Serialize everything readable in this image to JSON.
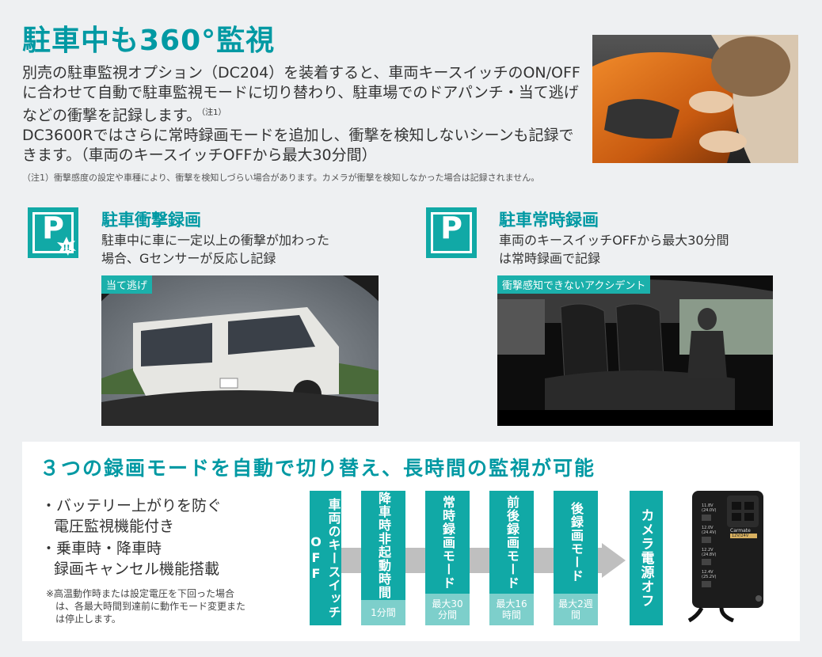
{
  "title": "駐車中も360°監視",
  "intro": {
    "line1": "別売の駐車監視オプション（DC204）を装着すると、車両キースイッチのON/OFFに合わせて自動で駐車監視モードに切り替わり、駐車場でのドアパンチ・当て逃げなどの衝撃を記録します。",
    "line1_note": "（注1）",
    "line2": "DC3600Rではさらに常時録画モードを追加し、衝撃を検知しないシーンも記録できます。（車両のキースイッチOFFから最大30分間）"
  },
  "footnote": "（注1）衝撃感度の設定や車種により、衝撃を検知しづらい場合があります。カメラが衝撃を検知しなかった場合は記録されません。",
  "modes": [
    {
      "icon_letter": "P",
      "title": "駐車衝撃録画",
      "desc1": "駐車中に車に一定以上の衝撃が加わった",
      "desc2": "場合、Gセンサーが反応し記録",
      "photo_label": "当て逃げ"
    },
    {
      "icon_letter": "P",
      "title": "駐車常時録画",
      "desc1": "車両のキースイッチOFFから最大30分間",
      "desc2": "は常時録画で記録",
      "photo_label": "衝撃感知できないアクシデント"
    }
  ],
  "panel": {
    "title": "３つの録画モードを自動で切り替え、長時間の監視が可能",
    "bullets": [
      {
        "line1": "・バッテリー上がりを防ぐ",
        "line2": "電圧監視機能付き"
      },
      {
        "line1": "・乗車時・降車時",
        "line2": "録画キャンセル機能搭載"
      }
    ],
    "note1": "※高温動作時または設定電圧を下回った場合",
    "note2": "は、各最大時間到達前に動作モード変更また",
    "note3": "は停止します。"
  },
  "flow": [
    {
      "label": "車両のキースイッチOFF",
      "sub": ""
    },
    {
      "label": "降車時非起動時間",
      "sub": "1分間"
    },
    {
      "label": "常時録画モード",
      "sub": "最大30分間"
    },
    {
      "label": "前後録画モード",
      "sub": "最大16時間"
    },
    {
      "label": "後録画モード",
      "sub": "最大2週間"
    },
    {
      "label": "カメラ電源オフ",
      "sub": ""
    }
  ],
  "device": {
    "brand": "Carmate",
    "volt_label": "12V/24V",
    "v1": "11.8V",
    "v2": "12.0V",
    "v3": "12.2V",
    "v4": "12.4V",
    "v1b": "(24.0V)",
    "v2b": "(24.4V)",
    "v3b": "(24.8V)",
    "v4b": "(25.2V)"
  }
}
